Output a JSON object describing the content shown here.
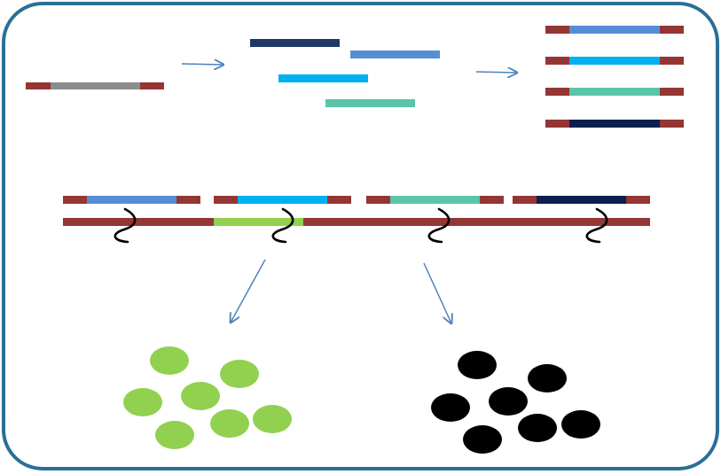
{
  "colors": {
    "frame": "#2a6f97",
    "adapter": "#943634",
    "template": "#8c8c8c",
    "arrow": "#4f81bd",
    "fragments": [
      "#203864",
      "#558ed5",
      "#00b0f0",
      "#5cc4a8"
    ],
    "library_inserts": [
      "#558ed5",
      "#00b0f0",
      "#5cc4a8",
      "#0b1f4f"
    ],
    "target_region": "#92d050",
    "bead_green": "#92d050",
    "bead_black": "#000000",
    "probe_link": "#000000"
  },
  "diagram": {
    "steps": [
      {
        "name": "source-dna",
        "shape": "adapter-flanked strand"
      },
      {
        "name": "fragmentation",
        "shape": "four fragments"
      },
      {
        "name": "adapter-ligated-library",
        "shape": "four flanked inserts"
      },
      {
        "name": "hybrid-capture",
        "shape": "four probes on a long strand"
      },
      {
        "name": "captured-beads",
        "shape": "green bead cluster"
      },
      {
        "name": "uncaptured-beads",
        "shape": "black bead cluster"
      }
    ]
  }
}
